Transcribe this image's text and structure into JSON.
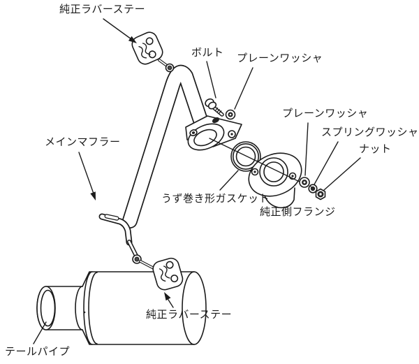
{
  "diagram": {
    "kind": "exhaust-system-exploded-parts-diagram",
    "background_color": "#ffffff",
    "line_color": "#1b1b1b",
    "labels": {
      "rubber_stay_top": "純正ラバーステー",
      "bolt": "ボルト",
      "plain_washer_top": "プレーンワッシャ",
      "plain_washer_right": "プレーンワッシャ",
      "spring_washer": "スプリングワッシャ",
      "nut": "ナット",
      "main_muffler": "メインマフラー",
      "gasket": "うず巻き形ガスケット",
      "oem_flange": "純正側フランジ",
      "rubber_stay_bottom": "純正ラバーステー",
      "tail_pipe": "テールパイプ"
    }
  }
}
